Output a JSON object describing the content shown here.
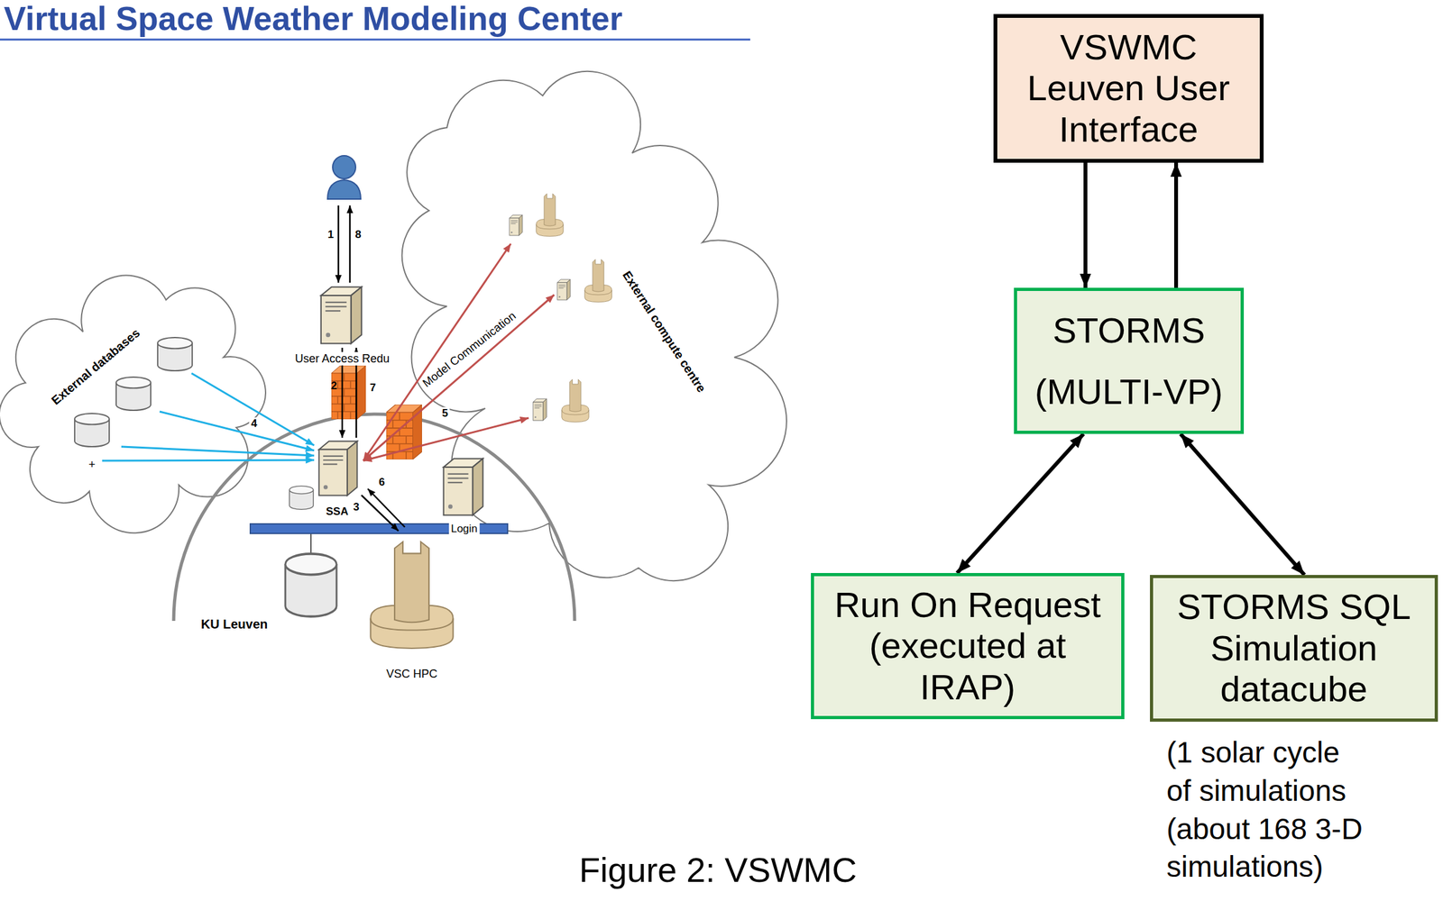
{
  "diagram": {
    "title": "Virtual Space Weather Modeling Center",
    "caption": "Figure 2: VSWMC",
    "nodes": [
      {
        "text": [
          "VSWMC Leuven User Interface"
        ]
      },
      {
        "text": [
          "STORMS (MULTI-VP)"
        ]
      },
      {
        "text": [
          "Run On Request (executed at IRAP)"
        ]
      },
      {
        "text": [
          "STORMS SQL Simulation datacube"
        ]
      }
    ],
    "edges": [
      {
        "from": 0,
        "to": 1,
        "arrow": "to"
      },
      {
        "from": 1,
        "to": 0,
        "arrow": "to"
      },
      {
        "from": 1,
        "to": 2,
        "arrow": "both"
      },
      {
        "from": 1,
        "to": 3,
        "arrow": "both"
      }
    ],
    "labels": [
      "External databases",
      "+",
      "1",
      "8",
      "User Access Redu",
      "2",
      "7",
      "Model Communication",
      "External compute centre",
      "4",
      "5",
      "6",
      "3",
      "SSA",
      "Login",
      "KU Leuven",
      "VSC HPC",
      "(1 solar cycle of simulations (about 168 3-D simulations)"
    ]
  }
}
